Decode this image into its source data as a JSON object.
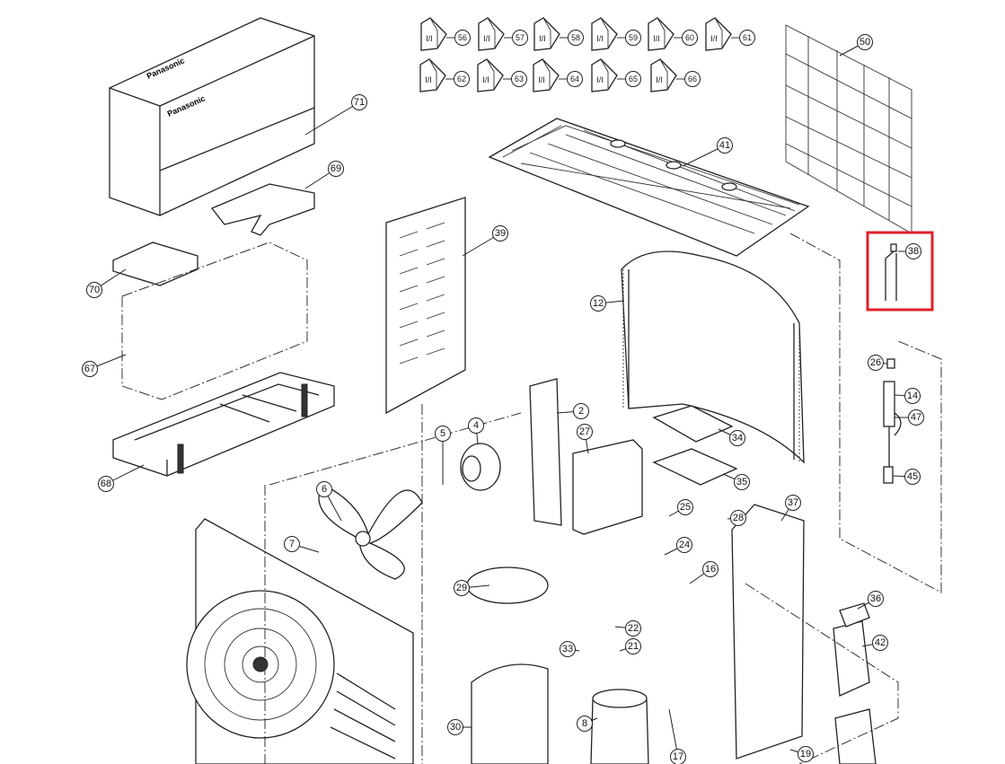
{
  "title": "Outdoor unit exploded parts diagram",
  "brand_logo": "Panasonic",
  "manual_icon_label": "I/I",
  "highlight_color": "#e0202a",
  "highlighted_part": "38",
  "manual_callouts": [
    "56",
    "57",
    "58",
    "59",
    "60",
    "61",
    "62",
    "63",
    "64",
    "65",
    "66"
  ],
  "part_callouts": [
    "50",
    "71",
    "69",
    "41",
    "70",
    "39",
    "12",
    "38",
    "67",
    "26",
    "14",
    "47",
    "2",
    "4",
    "5",
    "27",
    "34",
    "45",
    "68",
    "6",
    "35",
    "37",
    "25",
    "28",
    "7",
    "24",
    "16",
    "29",
    "36",
    "22",
    "42",
    "33",
    "21",
    "8",
    "30",
    "17",
    "19"
  ]
}
